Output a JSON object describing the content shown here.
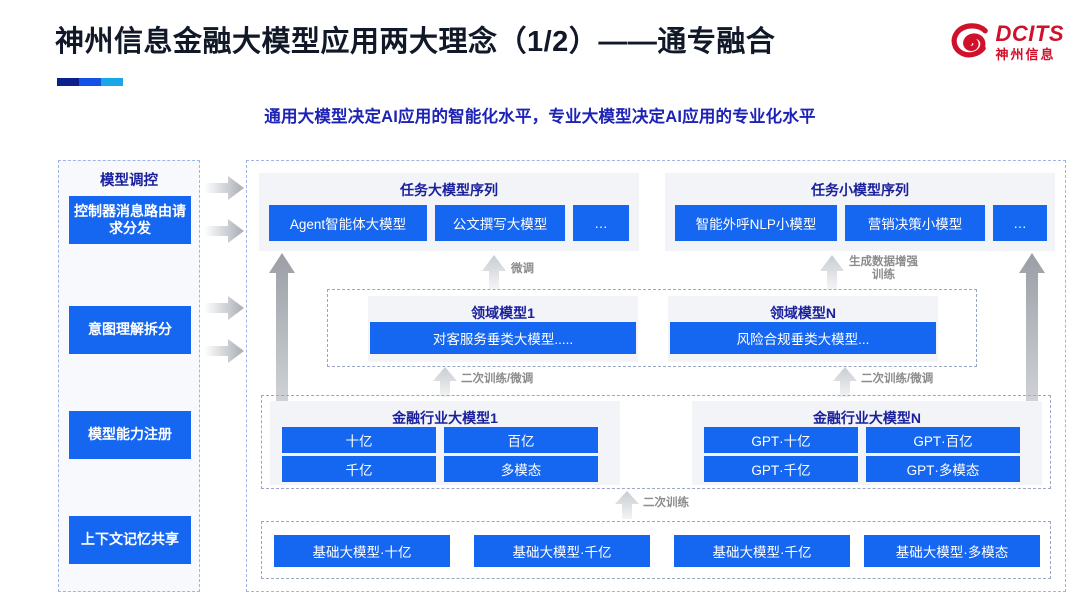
{
  "header": {
    "title": "神州信息金融大模型应用两大理念（1/2）——通专融合",
    "subtitle": "通用大模型决定AI应用的智能化水平，专业大模型决定AI应用的专业化水平",
    "logo_en": "DCITS",
    "logo_cn": "神州信息"
  },
  "colors": {
    "blue_box": "#1566f0",
    "title_blue": "#1a1f9c",
    "logo_red": "#d0112b",
    "arrow_gray": "#b8bcc2",
    "dash_border": "#9fb4e8"
  },
  "left_panel": {
    "title": "模型调控",
    "items": [
      {
        "label": "控制器消息路由请求分发"
      },
      {
        "label": "意图理解拆分"
      },
      {
        "label": "模型能力注册"
      },
      {
        "label": "上下文记忆共享"
      }
    ]
  },
  "task_large": {
    "title": "任务大模型序列",
    "boxes": [
      "Agent智能体大模型",
      "公文撰写大模型",
      "…"
    ]
  },
  "task_small": {
    "title": "任务小模型序列",
    "boxes": [
      "智能外呼NLP小模型",
      "营销决策小模型",
      "…"
    ]
  },
  "domain_models": [
    {
      "title": "领域模型1",
      "box": "对客服务垂类大模型....."
    },
    {
      "title": "领域模型N",
      "box": "风险合规垂类大模型..."
    }
  ],
  "industry_models": [
    {
      "title": "金融行业大模型1",
      "boxes": [
        "十亿",
        "百亿",
        "千亿",
        "多模态"
      ]
    },
    {
      "title": "金融行业大模型N",
      "boxes": [
        "GPT·十亿",
        "GPT·百亿",
        "GPT·千亿",
        "GPT·多模态"
      ]
    }
  ],
  "base_models": {
    "boxes": [
      "基础大模型·十亿",
      "基础大模型·千亿",
      "基础大模型·千亿",
      "基础大模型·多模态"
    ]
  },
  "arrow_labels": {
    "finetune": "微调",
    "data_aug": "生成数据增强\n训练",
    "data_aug_l1": "生成数据增强",
    "data_aug_l2": "训练",
    "retrain_finetune": "二次训练/微调",
    "retrain": "二次训练"
  }
}
